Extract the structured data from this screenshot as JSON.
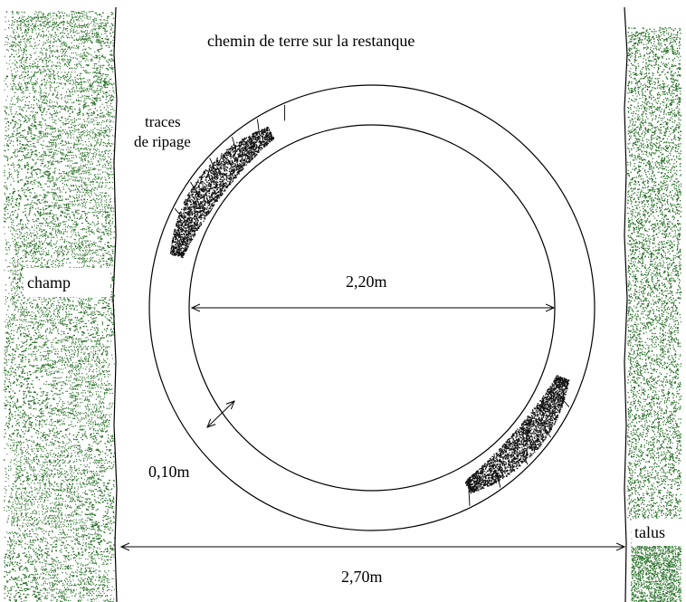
{
  "labels": {
    "path": "chemin de terre sur la restanque",
    "traces_line1": "traces",
    "traces_line2": "de ripage",
    "field": "champ",
    "embankment": "talus",
    "inner_diameter": "2,20m",
    "ring_thickness": "0,10m",
    "path_width": "2,70m"
  },
  "colors": {
    "vegetation": "#2d7a2d",
    "vegetation_dark": "#1f5c1f",
    "ink": "#000000",
    "scrape": "#111111",
    "background": "#ffffff"
  }
}
